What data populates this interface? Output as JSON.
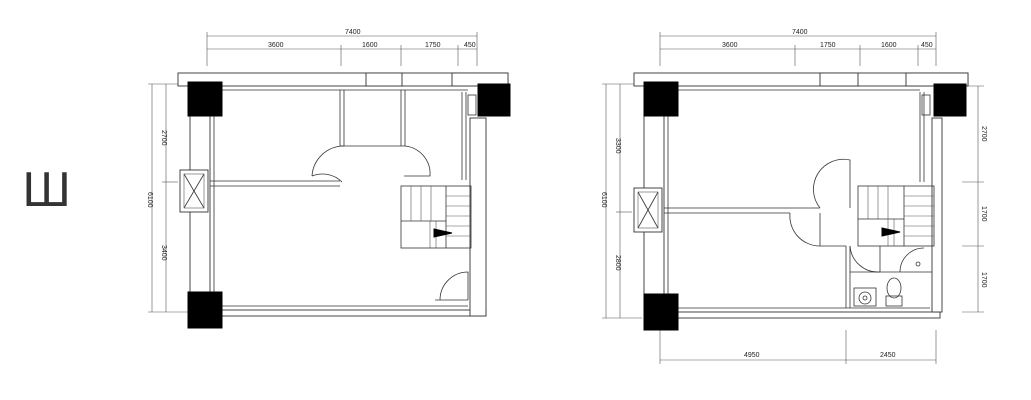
{
  "floor_mark": "Ш",
  "plan_left": {
    "dims_top": [
      "7400",
      "3600",
      "1600",
      "1750",
      "450"
    ],
    "dims_left": [
      "2700",
      "6100",
      "3400"
    ]
  },
  "plan_right": {
    "dims_top": [
      "7400",
      "3600",
      "1750",
      "1600",
      "450"
    ],
    "dims_left": [
      "3300",
      "6100",
      "2800"
    ],
    "dims_right": [
      "2700",
      "1700",
      "1700"
    ],
    "dims_bottom": [
      "4950",
      "2450"
    ]
  },
  "colors": {
    "line": "#333333",
    "column": "#000000",
    "background": "#ffffff"
  }
}
